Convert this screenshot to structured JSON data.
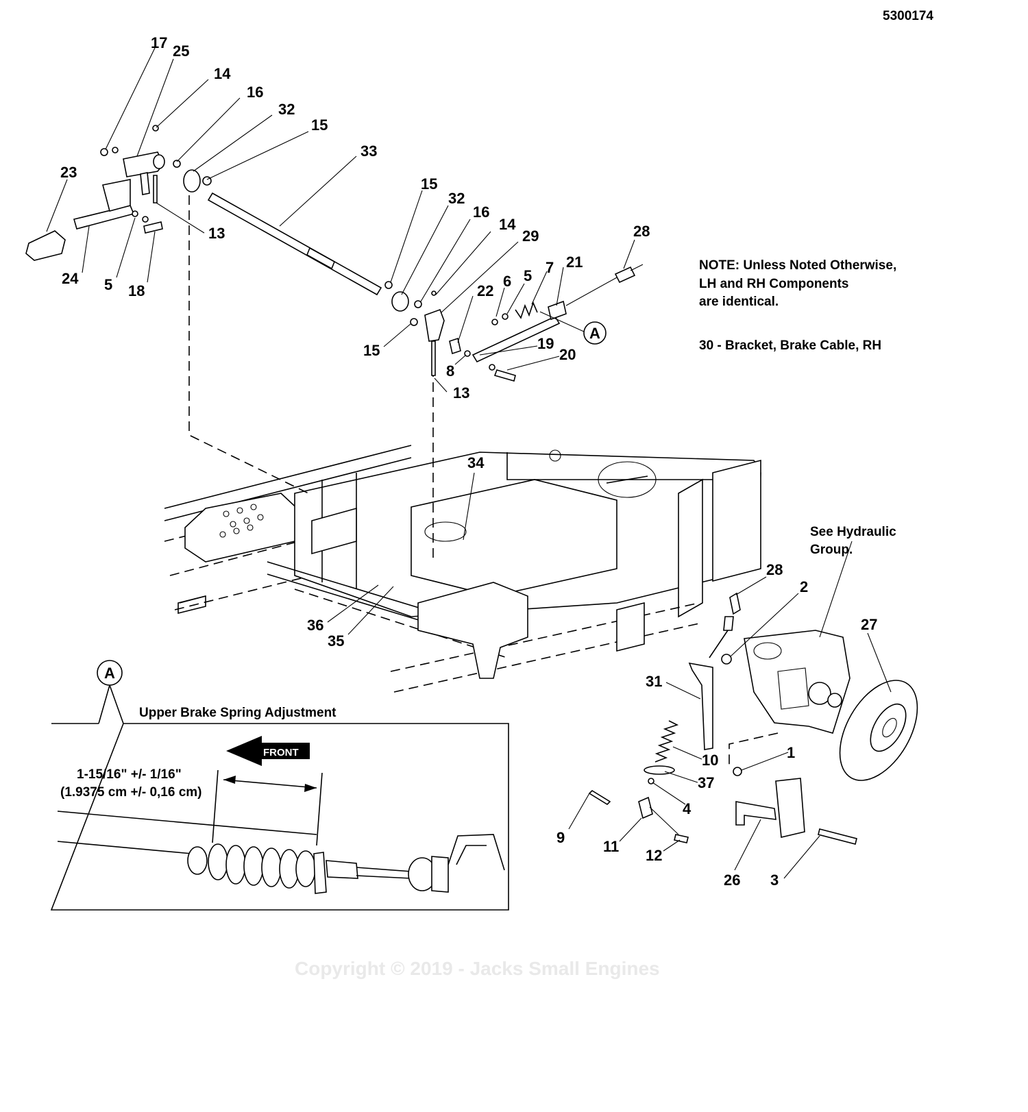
{
  "document_number": "5300174",
  "callouts": {
    "c17": "17",
    "c25": "25",
    "c14a": "14",
    "c16a": "16",
    "c32a": "32",
    "c15a": "15",
    "c33": "33",
    "c23": "23",
    "c13a": "13",
    "c24": "24",
    "c5a": "5",
    "c18": "18",
    "c15b": "15",
    "c32b": "32",
    "c16b": "16",
    "c14b": "14",
    "c29": "29",
    "c28a": "28",
    "c22": "22",
    "c6": "6",
    "c5b": "5",
    "c7": "7",
    "c21": "21",
    "c15c": "15",
    "c8": "8",
    "c19": "19",
    "c20": "20",
    "c13b": "13",
    "c34": "34",
    "c36": "36",
    "c35": "35",
    "c28b": "28",
    "c2": "2",
    "c27": "27",
    "c31": "31",
    "c10": "10",
    "c1": "1",
    "c37": "37",
    "c4": "4",
    "c9": "9",
    "c11": "11",
    "c12": "12",
    "c26": "26",
    "c3": "3"
  },
  "detail_marker": "A",
  "note": {
    "line1": "NOTE: Unless Noted Otherwise,",
    "line2": "LH and RH Components",
    "line3": "are identical.",
    "bracket": "30 - Bracket, Brake Cable, RH"
  },
  "hydraulic_ref": {
    "line1": "See Hydraulic",
    "line2": "Group."
  },
  "inset": {
    "marker": "A",
    "title": "Upper Brake Spring Adjustment",
    "front_label": "FRONT",
    "dim_imperial": "1-15/16\" +/- 1/16\"",
    "dim_metric": "(1.9375 cm +/- 0,16 cm)"
  },
  "watermark": {
    "copyright": "Copyright © 2019 - Jacks Small Engines"
  }
}
